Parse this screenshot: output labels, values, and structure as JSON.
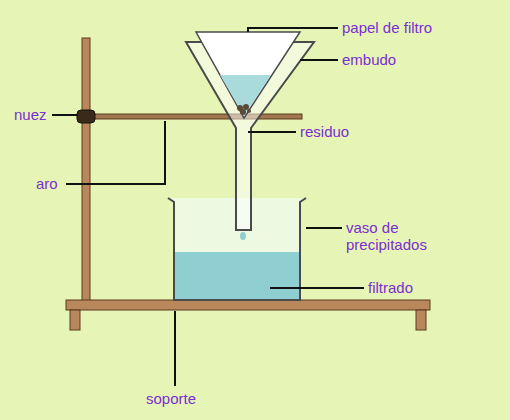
{
  "diagram": {
    "labels": [
      "papel de filtro",
      "embudo",
      "nuez",
      "residuo",
      "aro",
      "vaso de precipitados",
      "filtrado",
      "soporte"
    ]
  }
}
